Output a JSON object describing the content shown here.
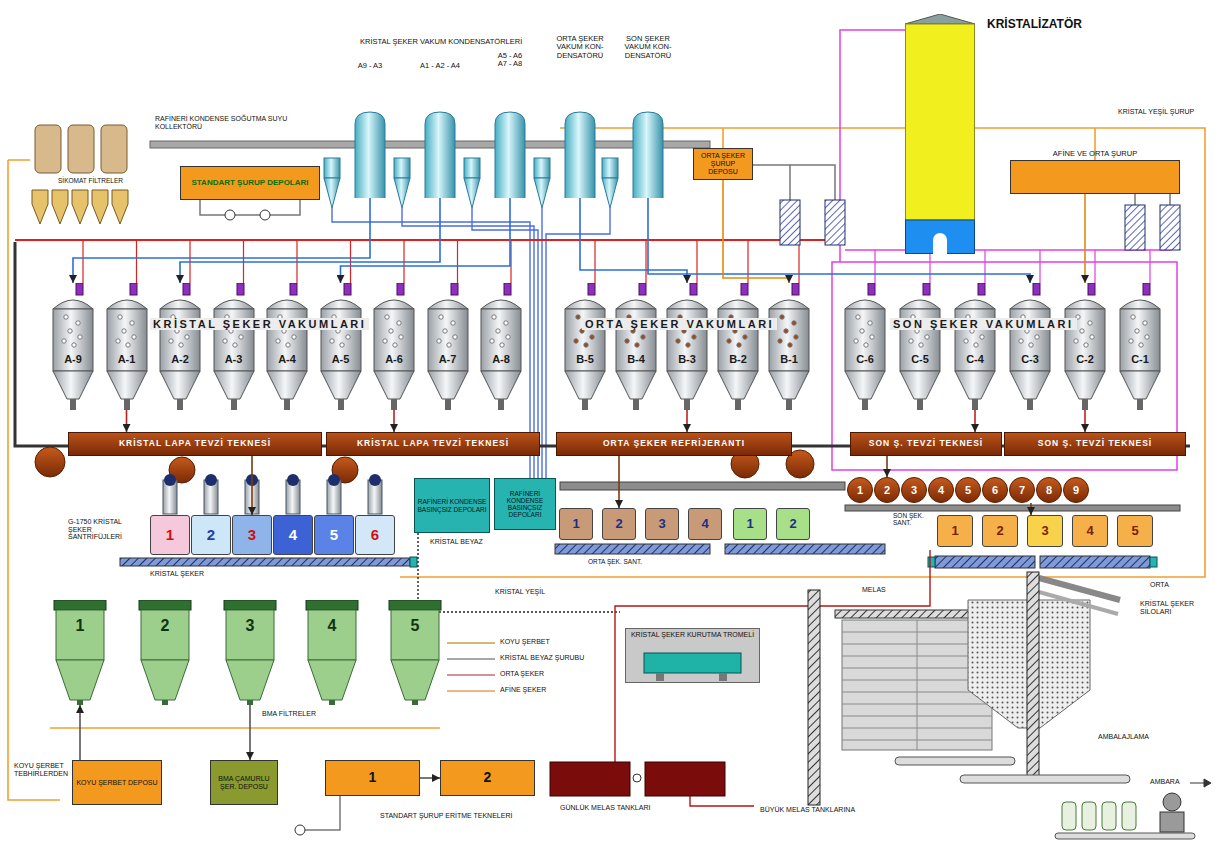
{
  "diagram": {
    "nodes": [
      {
        "text": [
          "STANDART ŞURUP DEPOLARI"
        ]
      },
      {
        "text": [
          "A9 - A3"
        ]
      },
      {
        "text": [
          "A1 - A2 - A4"
        ]
      },
      {
        "text": [
          "A5 - A6",
          "A7 - A8"
        ]
      },
      {
        "text": [
          "ORTA ŞEKER VAKUM KON- DENSATÖRÜ"
        ]
      },
      {
        "text": [
          "SON ŞEKER VAKUM KON- DENSATÖRÜ"
        ]
      },
      {
        "text": [
          "ORTA ŞEKER ŞURUP DEPOSU"
        ]
      },
      {
        "text": [
          "KRİSTALİZATÖR"
        ]
      },
      {
        "text": [
          "AFİNE VE ORTA ŞURUP"
        ]
      },
      {
        "text": [
          "A-9"
        ]
      },
      {
        "text": [
          "A-1"
        ]
      },
      {
        "text": [
          "A-2"
        ]
      },
      {
        "text": [
          "A-3"
        ]
      },
      {
        "text": [
          "A-4"
        ]
      },
      {
        "text": [
          "A-5"
        ]
      },
      {
        "text": [
          "A-6"
        ]
      },
      {
        "text": [
          "A-7"
        ]
      },
      {
        "text": [
          "A-8"
        ]
      },
      {
        "text": [
          "B-5"
        ]
      },
      {
        "text": [
          "B-4"
        ]
      },
      {
        "text": [
          "B-3"
        ]
      },
      {
        "text": [
          "B-2"
        ]
      },
      {
        "text": [
          "B-1"
        ]
      },
      {
        "text": [
          "C-6"
        ]
      },
      {
        "text": [
          "C-5"
        ]
      },
      {
        "text": [
          "C-4"
        ]
      },
      {
        "text": [
          "C-3"
        ]
      },
      {
        "text": [
          "C-2"
        ]
      },
      {
        "text": [
          "C-1"
        ]
      },
      {
        "text": [
          "KRİSTAL LAPA TEVZİ TEKNESİ"
        ]
      },
      {
        "text": [
          "KRİSTAL LAPA TEVZİ TEKNESİ"
        ]
      },
      {
        "text": [
          "ORTA ŞEKER REFRİJERANTI"
        ]
      },
      {
        "text": [
          "SON Ş. TEVZİ TEKNESİ"
        ]
      },
      {
        "text": [
          "SON Ş. TEVZİ TEKNESİ"
        ]
      },
      {
        "text": [
          "1"
        ]
      },
      {
        "text": [
          "2"
        ]
      },
      {
        "text": [
          "3"
        ]
      },
      {
        "text": [
          "4"
        ]
      },
      {
        "text": [
          "5"
        ]
      },
      {
        "text": [
          "6"
        ]
      },
      {
        "text": [
          "7"
        ]
      },
      {
        "text": [
          "8"
        ]
      },
      {
        "text": [
          "9"
        ]
      },
      {
        "text": [
          "1"
        ]
      },
      {
        "text": [
          "2"
        ]
      },
      {
        "text": [
          "3"
        ]
      },
      {
        "text": [
          "4"
        ]
      },
      {
        "text": [
          "5"
        ]
      },
      {
        "text": [
          "6"
        ]
      },
      {
        "text": [
          "RAFİNERİ KONDENSE BASINÇSIZ DEPOLARI"
        ]
      },
      {
        "text": [
          "RAFİNERİ KONDENSE BASINÇSIZ DEPOLARI"
        ]
      },
      {
        "text": [
          "1"
        ]
      },
      {
        "text": [
          "2"
        ]
      },
      {
        "text": [
          "3"
        ]
      },
      {
        "text": [
          "4"
        ]
      },
      {
        "text": [
          "1"
        ]
      },
      {
        "text": [
          "2"
        ]
      },
      {
        "text": [
          "1"
        ]
      },
      {
        "text": [
          "2"
        ]
      },
      {
        "text": [
          "3"
        ]
      },
      {
        "text": [
          "4"
        ]
      },
      {
        "text": [
          "5"
        ]
      },
      {
        "text": [
          "1"
        ]
      },
      {
        "text": [
          "2"
        ]
      },
      {
        "text": [
          "3"
        ]
      },
      {
        "text": [
          "4"
        ]
      },
      {
        "text": [
          "5"
        ]
      },
      {
        "text": [
          "KRİSTAL ŞEKER KURUTMA TROMELİ"
        ]
      },
      {
        "text": [
          "KOYU ŞERBET DEPOSU"
        ]
      },
      {
        "text": [
          "BMA ÇAMURLU ŞER. DEPOSU"
        ]
      },
      {
        "text": [
          "1"
        ]
      },
      {
        "text": [
          "2"
        ]
      }
    ],
    "edges": [
      {
        "from": 1,
        "to": 9,
        "arrow": "to"
      },
      {
        "from": 2,
        "to": 11,
        "arrow": "to"
      },
      {
        "from": 3,
        "to": 14,
        "arrow": "to"
      },
      {
        "from": 4,
        "to": 20,
        "arrow": "to"
      },
      {
        "from": 5,
        "to": 26,
        "arrow": "to"
      },
      {
        "from": 6,
        "to": 22,
        "arrow": "to"
      },
      {
        "from": 8,
        "to": 27,
        "arrow": "to"
      },
      {
        "from": 10,
        "to": 29,
        "arrow": "to"
      },
      {
        "from": 15,
        "to": 30,
        "arrow": "to"
      },
      {
        "from": 20,
        "to": 31,
        "arrow": "to"
      },
      {
        "from": 25,
        "to": 32,
        "arrow": "to"
      },
      {
        "from": 27,
        "to": 33,
        "arrow": "to"
      },
      {
        "from": 29,
        "to": 45,
        "arrow": "to"
      },
      {
        "from": 31,
        "to": 52,
        "arrow": "to"
      },
      {
        "from": 32,
        "to": 35,
        "arrow": "to"
      },
      {
        "from": 40,
        "to": 59,
        "arrow": "to"
      },
      {
        "from": 68,
        "to": 62,
        "arrow": "to"
      },
      {
        "from": 64,
        "to": 69,
        "arrow": "to"
      },
      {
        "from": 70,
        "to": 71,
        "arrow": "to"
      }
    ],
    "labels": [
      "KRİSTAL ŞEKER VAKUM KONDENSATÖRLERİ",
      "RAFİNERİ KONDENSE SOĞUTMA SUYU KOLLEKTÖRÜ",
      "SİKOMAT FİLTRELER",
      "KRİSTAL YEŞİL ŞURUP",
      "KRİSTAL ŞEKER VAKUMLARI",
      "ORTA ŞEKER VAKUMLARI",
      "SON ŞEKER VAKUMLARI",
      "G-1750 KRİSTAL ŞEKER SANTRİFÜJLERİ",
      "KRİSTAL BEYAZ",
      "ORTA ŞEK. SANT.",
      "SON ŞEK. SANT.",
      "KRİSTAL ŞEKER",
      "KRİSTAL YEŞİL",
      "MELAS",
      "ORTA",
      "BMA FİLTRELER",
      "KOYU ŞERBET",
      "KRİSTAL BEYAZ ŞURUBU",
      "ORTA ŞEKER",
      "AFİNE ŞEKER",
      "KOYU ŞERBET TEBHİRLERDEN",
      "STANDART ŞURUP ERİTME TEKNELERİ",
      "GÜNLÜK MELAS TANKLARI",
      "BÜYÜK MELAS TANKLARINA",
      "KRİSTAL ŞEKER SİLOLARI",
      "AMBALAJLAMA",
      "AMBARA"
    ]
  }
}
